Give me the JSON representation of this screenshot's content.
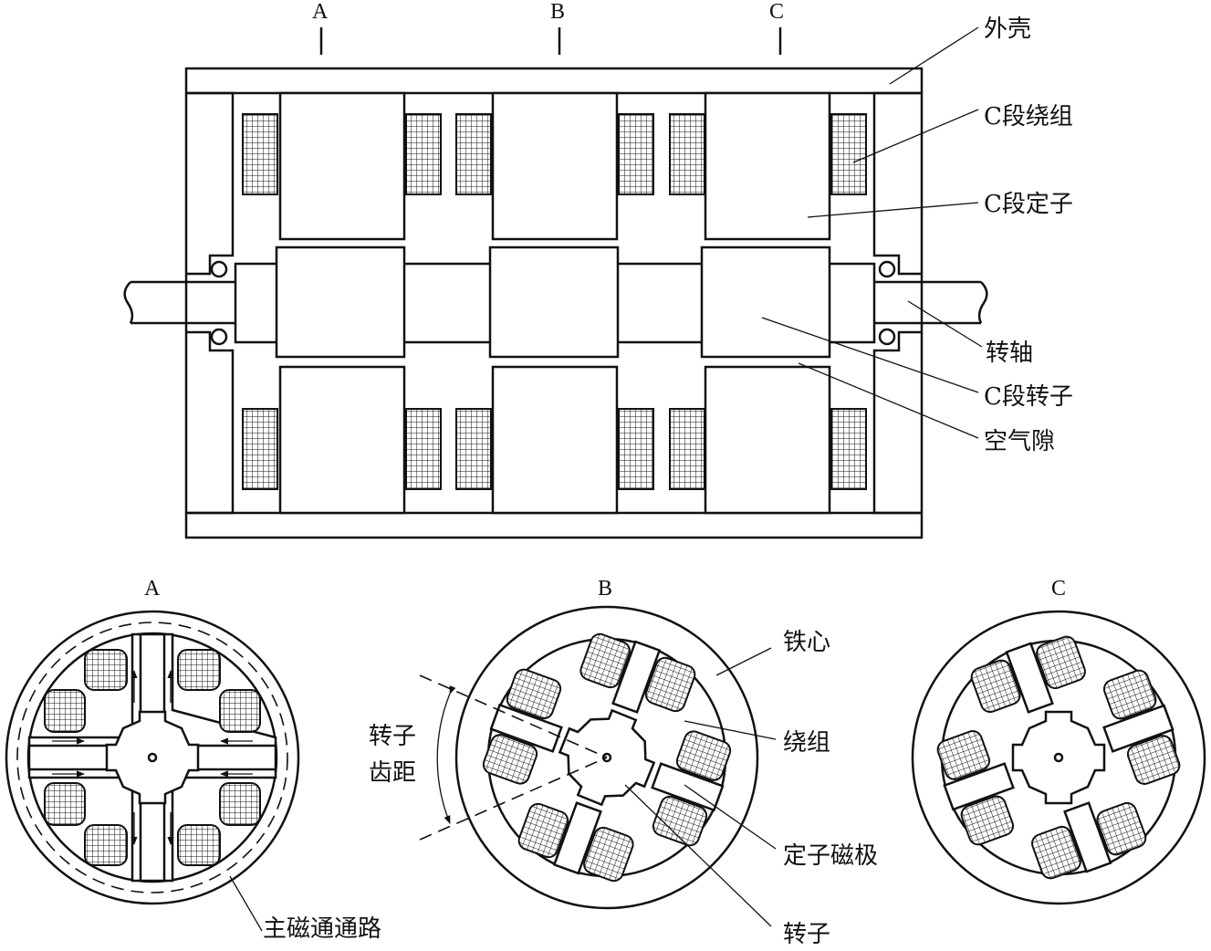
{
  "phase_labels": {
    "top_a": "A",
    "top_b": "B",
    "top_c": "C",
    "sec_a": "A",
    "sec_b": "B",
    "sec_c": "C"
  },
  "callouts": {
    "housing": "外壳",
    "c_winding": "C段绕组",
    "c_stator": "C段定子",
    "shaft": "转轴",
    "c_rotor": "C段转子",
    "air_gap": "空气隙",
    "core": "铁心",
    "winding": "绕组",
    "stator_pole": "定子磁极",
    "rotor": "转子",
    "rotor_pitch_line1": "转子",
    "rotor_pitch_line2": "齿距",
    "main_flux_path": "主磁通通路"
  }
}
